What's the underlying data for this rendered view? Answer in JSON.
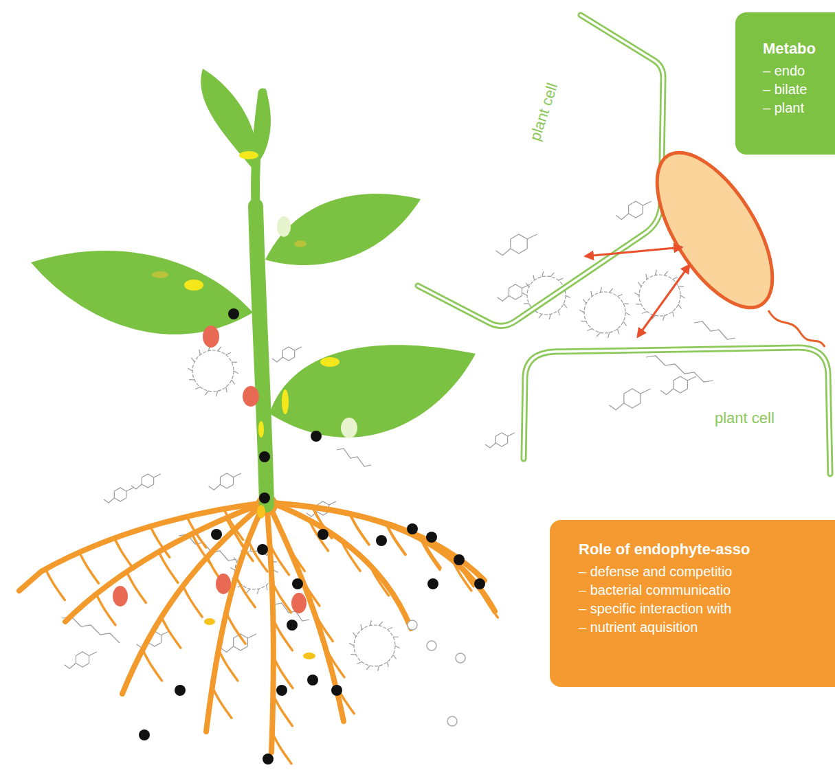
{
  "diagram": {
    "nodes": [
      {
        "text": [
          "Metabo",
          "– endo",
          "– bilate",
          "– plant"
        ]
      },
      {
        "text": [
          "Role of endophyte-asso",
          "– defense and competitio",
          "– bacterial communicatio",
          "– specific interaction with",
          "– nutrient aquisition"
        ]
      }
    ],
    "labels": [
      "plant cell",
      "plant cell"
    ]
  }
}
